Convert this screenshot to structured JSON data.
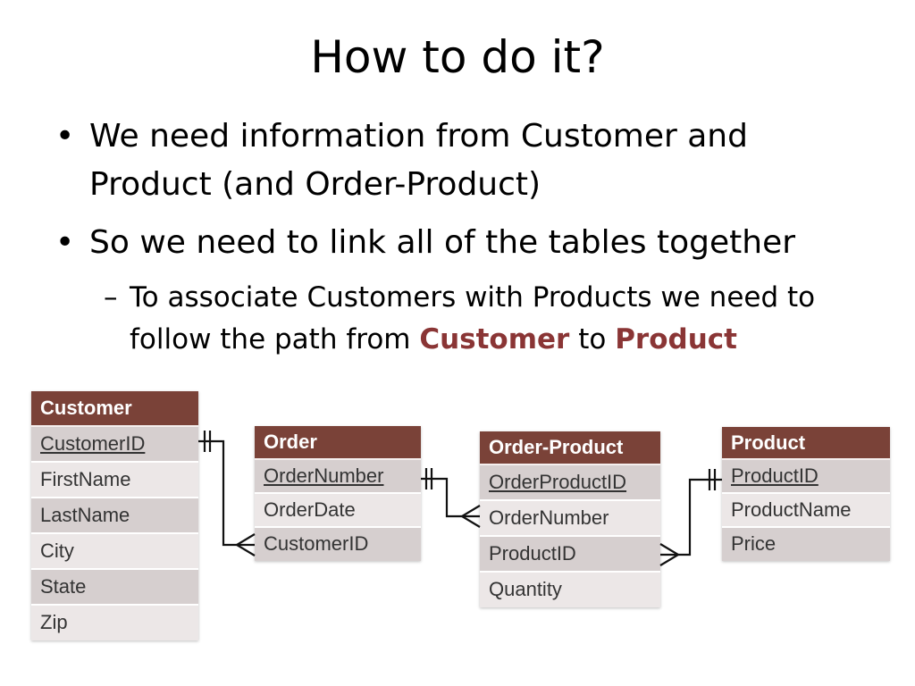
{
  "slide": {
    "title": "How to do it?",
    "bullets": [
      {
        "marker": "•",
        "lines": [
          "We need information from Customer and",
          "Product (and Order-Product)"
        ]
      },
      {
        "marker": "•",
        "lines": [
          "So we need to link all of the tables together"
        ]
      }
    ],
    "sub_bullet": {
      "marker": "–",
      "line1": "To associate Customers with Products we need to",
      "line2_prefix": "follow the path from ",
      "highlight_from": "Customer",
      "line2_middle": " to ",
      "highlight_to": "Product"
    }
  },
  "diagram": {
    "entities": {
      "customer": {
        "name": "Customer",
        "fields": [
          "CustomerID",
          "FirstName",
          "LastName",
          "City",
          "State",
          "Zip"
        ],
        "key_field": "CustomerID"
      },
      "order": {
        "name": "Order",
        "fields": [
          "OrderNumber",
          "OrderDate",
          "CustomerID"
        ],
        "key_field": "OrderNumber"
      },
      "order_product": {
        "name": "Order-Product",
        "fields": [
          "OrderProductID",
          "OrderNumber",
          "ProductID",
          "Quantity"
        ],
        "key_field": "OrderProductID"
      },
      "product": {
        "name": "Product",
        "fields": [
          "ProductID",
          "ProductName",
          "Price"
        ],
        "key_field": "ProductID"
      }
    },
    "colors": {
      "header": "#7a4238",
      "row_dark": "#d6cfcf",
      "row_light": "#ece7e7",
      "highlight_text": "#8a3535"
    }
  }
}
